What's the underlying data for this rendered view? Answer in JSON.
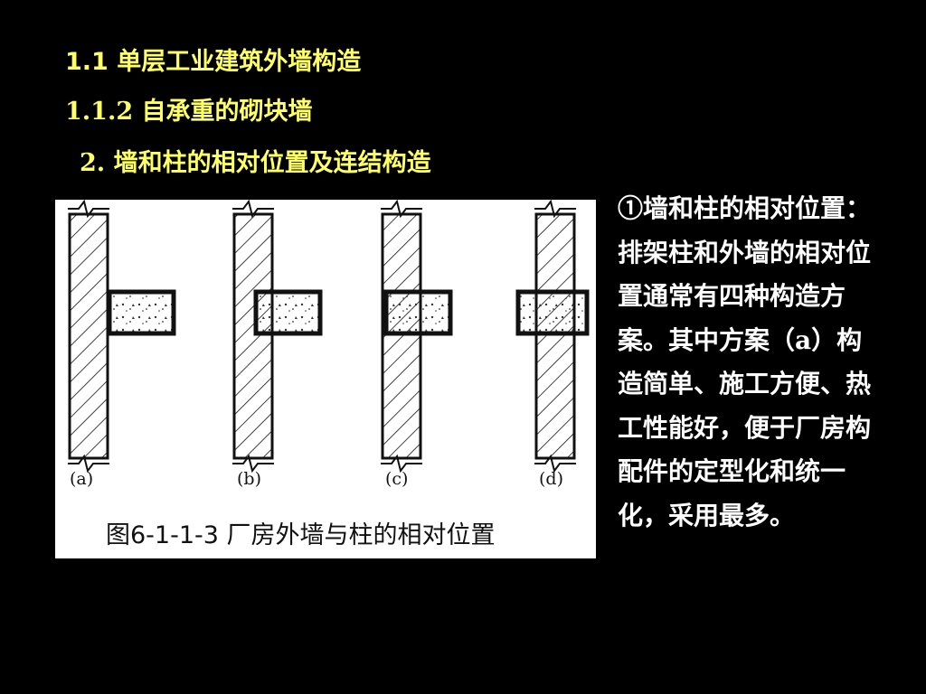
{
  "slide": {
    "heading_1": "1.1  单层工业建筑外墙构造",
    "heading_2": "1.1.2 自承重的砌块墙",
    "heading_3": "2. 墙和柱的相对位置及连结构造",
    "description": "①墙和柱的相对位置：排架柱和外墙的相对位置通常有四种构造方案。其中方案（a）构造简单、施工方便、热工性能好，便于厂房构配件的定型化和统一化，采用最多。"
  },
  "figure": {
    "labels": [
      "(a)",
      "(b)",
      "(c)",
      "(d)"
    ],
    "caption": "图6-1-1-3   厂房外墙与柱的相对位置"
  },
  "colors": {
    "background": "#000000",
    "heading": "#ffff66",
    "body_text": "#ffffff",
    "figure_background": "#ffffff"
  }
}
